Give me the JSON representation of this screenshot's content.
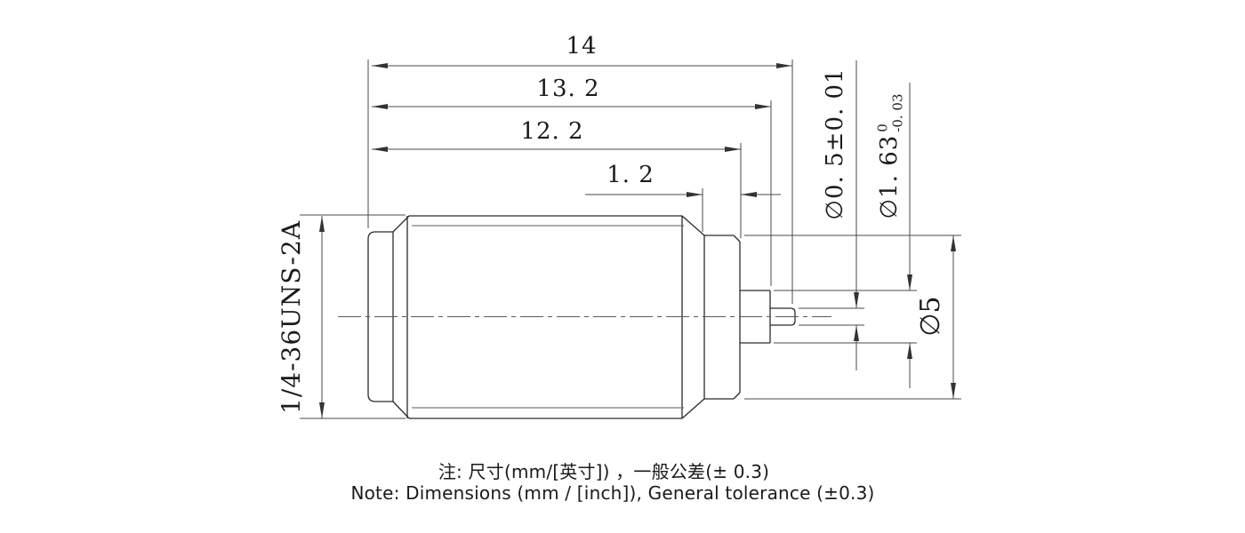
{
  "drawing": {
    "title_hint": "connector-dimension-drawing",
    "dims": {
      "d14": "14",
      "d13_2": "13. 2",
      "d12_2": "12. 2",
      "d1_2": "1. 2",
      "thread": "1/4-36UNS-2A",
      "dia_pin": "∅0. 5±0. 01",
      "dia_barrel": "∅1. 63",
      "dia_barrel_tol_upper": "0",
      "dia_barrel_tol_lower": "-0. 03",
      "dia_body": "∅5"
    },
    "notes": {
      "line1_zh": "注: 尺寸(mm/[英寸]) ，一般公差(± 0.3)",
      "line2_en": "Note: Dimensions (mm / [inch]), General tolerance (±0.3)"
    },
    "colors": {
      "background": "#ffffff",
      "outline": "#2b2b2b",
      "dimension_lines": "#4a4a4a",
      "text": "#1a1a1a"
    }
  }
}
